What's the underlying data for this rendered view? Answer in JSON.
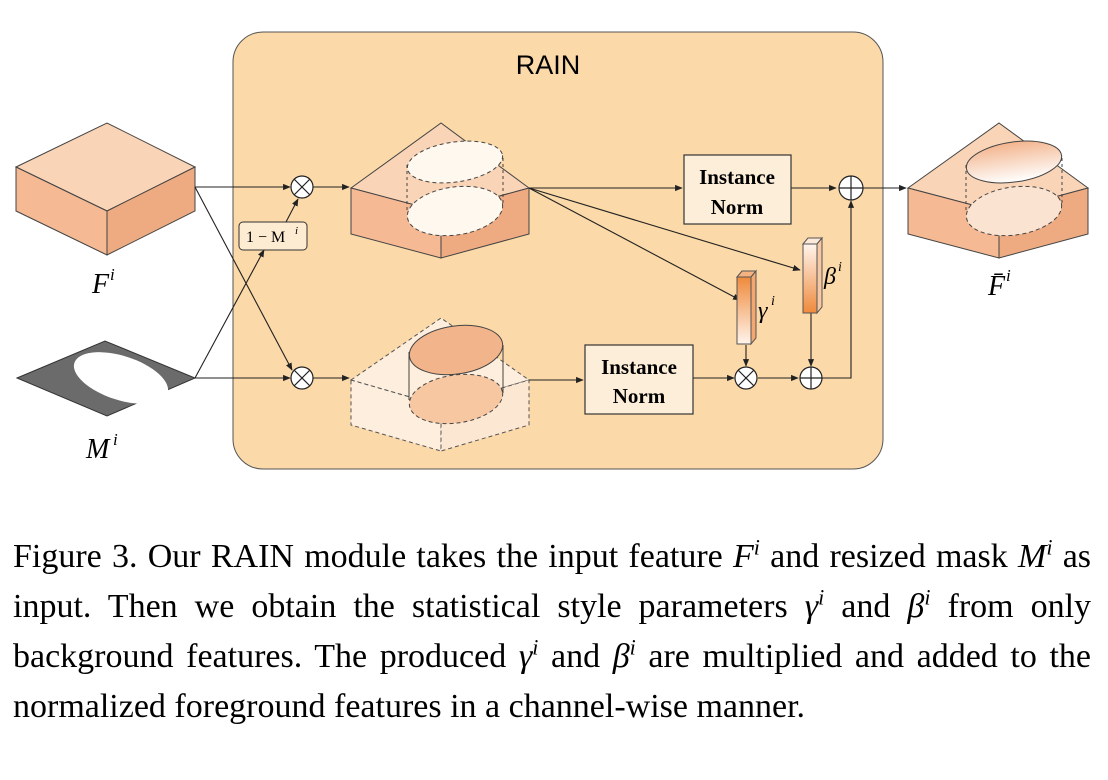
{
  "diagram": {
    "module_title": "RAIN",
    "input_feature_label": "F",
    "input_mask_label": "M",
    "output_label": "F̄",
    "superscript": "i",
    "inverse_mask_label": "1 − M",
    "gamma_label": "γ",
    "beta_label": "β",
    "instance_norm_top": [
      "Instance",
      "Norm"
    ],
    "instance_norm_bottom": [
      "Instance",
      "Norm"
    ],
    "colors": {
      "module_fill": "#fbd9a8",
      "feature_top": "#f9d4b6",
      "feature_front": "#f5b993",
      "feature_side": "#eeab82",
      "mask_gray": "#6b6b6b",
      "gamma_beta_orange": "#ef8a3c"
    }
  },
  "caption": {
    "figure_label": "Figure 3.",
    "s1": "Our RAIN module takes the input feature",
    "v_f": "F",
    "s2": "and resized mask",
    "v_m": "M",
    "s3": "as input. Then we obtain the statistical style parameters",
    "v_g": "γ",
    "s4": "and",
    "v_b": "β",
    "s5": "from only background features. The produced",
    "s6": "and",
    "s7": "are multiplied and added to the normalized foreground features in a channel-wise manner.",
    "sup": "i"
  }
}
